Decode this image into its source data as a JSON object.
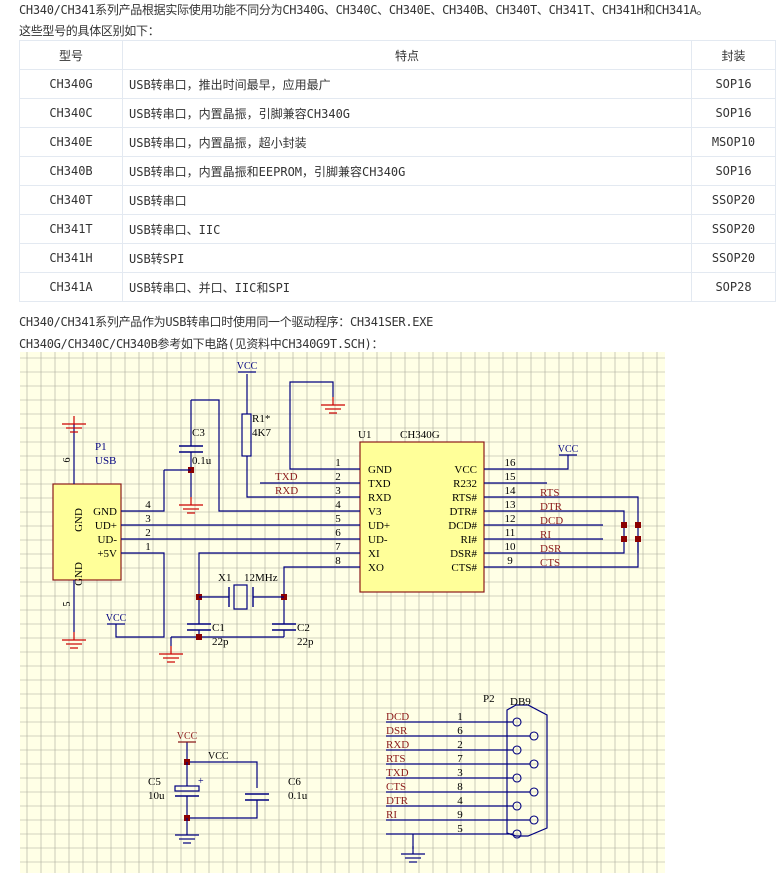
{
  "intro": {
    "line1": "CH340/CH341系列产品根据实际使用功能不同分为CH340G、CH340C、CH340E、CH340B、CH340T、CH341T、CH341H和CH341A。",
    "line2": "这些型号的具体区别如下："
  },
  "table": {
    "headers": [
      "型号",
      "特点",
      "封装"
    ],
    "rows": [
      {
        "model": "CH340G",
        "feature": "USB转串口，推出时间最早，应用最广",
        "package": "SOP16"
      },
      {
        "model": "CH340C",
        "feature": "USB转串口，内置晶振，引脚兼容CH340G",
        "package": "SOP16"
      },
      {
        "model": "CH340E",
        "feature": "USB转串口，内置晶振，超小封装",
        "package": "MSOP10"
      },
      {
        "model": "CH340B",
        "feature": "USB转串口，内置晶振和EEPROM，引脚兼容CH340G",
        "package": "SOP16"
      },
      {
        "model": "CH340T",
        "feature": "USB转串口",
        "package": "SSOP20"
      },
      {
        "model": "CH341T",
        "feature": "USB转串口、IIC",
        "package": "SSOP20"
      },
      {
        "model": "CH341H",
        "feature": "USB转SPI",
        "package": "SSOP20"
      },
      {
        "model": "CH341A",
        "feature": "USB转串口、并口、IIC和SPI",
        "package": "SOP28"
      }
    ]
  },
  "notes": {
    "driver": "CH340/CH341系列产品作为USB转串口时使用同一个驱动程序：CH341SER.EXE",
    "circuit": "CH340G/CH340C/CH340B参考如下电路(见资料中CH340G9T.SCH)："
  },
  "schematic": {
    "colors": {
      "background": "#ffffe6",
      "grid": "#a8a89a",
      "wire": "#00007f",
      "part_fill": "#ffff99",
      "part_border": "#8b1a1a",
      "net_label": "#8b1a1a",
      "ground": "#cc0000",
      "junction": "#8b0000"
    },
    "vcc": "VCC",
    "p1": {
      "ref": "P1",
      "name": "USB",
      "pins": [
        "GND",
        "UD+",
        "UD-",
        "+5V"
      ],
      "pin_numbers": [
        "4",
        "3",
        "2",
        "1"
      ],
      "gnd_labels": [
        "GND",
        "GND"
      ],
      "gnd_pins": [
        "6",
        "5"
      ]
    },
    "c3": {
      "ref": "C3",
      "value": "0.1u"
    },
    "r1": {
      "ref": "R1*",
      "value": "4K7"
    },
    "u1": {
      "ref": "U1",
      "name": "CH340G",
      "left_pins": [
        {
          "num": "1",
          "name": "GND",
          "net": ""
        },
        {
          "num": "2",
          "name": "TXD",
          "net": "TXD"
        },
        {
          "num": "3",
          "name": "RXD",
          "net": "RXD"
        },
        {
          "num": "4",
          "name": "V3",
          "net": ""
        },
        {
          "num": "5",
          "name": "UD+",
          "net": ""
        },
        {
          "num": "6",
          "name": "UD-",
          "net": ""
        },
        {
          "num": "7",
          "name": "XI",
          "net": ""
        },
        {
          "num": "8",
          "name": "XO",
          "net": ""
        }
      ],
      "right_pins": [
        {
          "num": "16",
          "name": "VCC",
          "net": ""
        },
        {
          "num": "15",
          "name": "R232",
          "net": ""
        },
        {
          "num": "14",
          "name": "RTS#",
          "net": "RTS"
        },
        {
          "num": "13",
          "name": "DTR#",
          "net": "DTR"
        },
        {
          "num": "12",
          "name": "DCD#",
          "net": "DCD"
        },
        {
          "num": "11",
          "name": "RI#",
          "net": "RI"
        },
        {
          "num": "10",
          "name": "DSR#",
          "net": "DSR"
        },
        {
          "num": "9",
          "name": "CTS#",
          "net": "CTS"
        }
      ]
    },
    "x1": {
      "ref": "X1",
      "value": "12MHz"
    },
    "c1": {
      "ref": "C1",
      "value": "22p"
    },
    "c2": {
      "ref": "C2",
      "value": "22p"
    },
    "c5": {
      "ref": "C5",
      "value": "10u",
      "polarity": "+"
    },
    "c6": {
      "ref": "C6",
      "value": "0.1u"
    },
    "p2": {
      "ref": "P2",
      "name": "DB9",
      "pins": [
        {
          "net": "DCD",
          "num": "1"
        },
        {
          "net": "DSR",
          "num": "6"
        },
        {
          "net": "RXD",
          "num": "2"
        },
        {
          "net": "RTS",
          "num": "7"
        },
        {
          "net": "TXD",
          "num": "3"
        },
        {
          "net": "CTS",
          "num": "8"
        },
        {
          "net": "DTR",
          "num": "4"
        },
        {
          "net": "RI",
          "num": "9"
        },
        {
          "net": "",
          "num": "5"
        }
      ]
    }
  }
}
